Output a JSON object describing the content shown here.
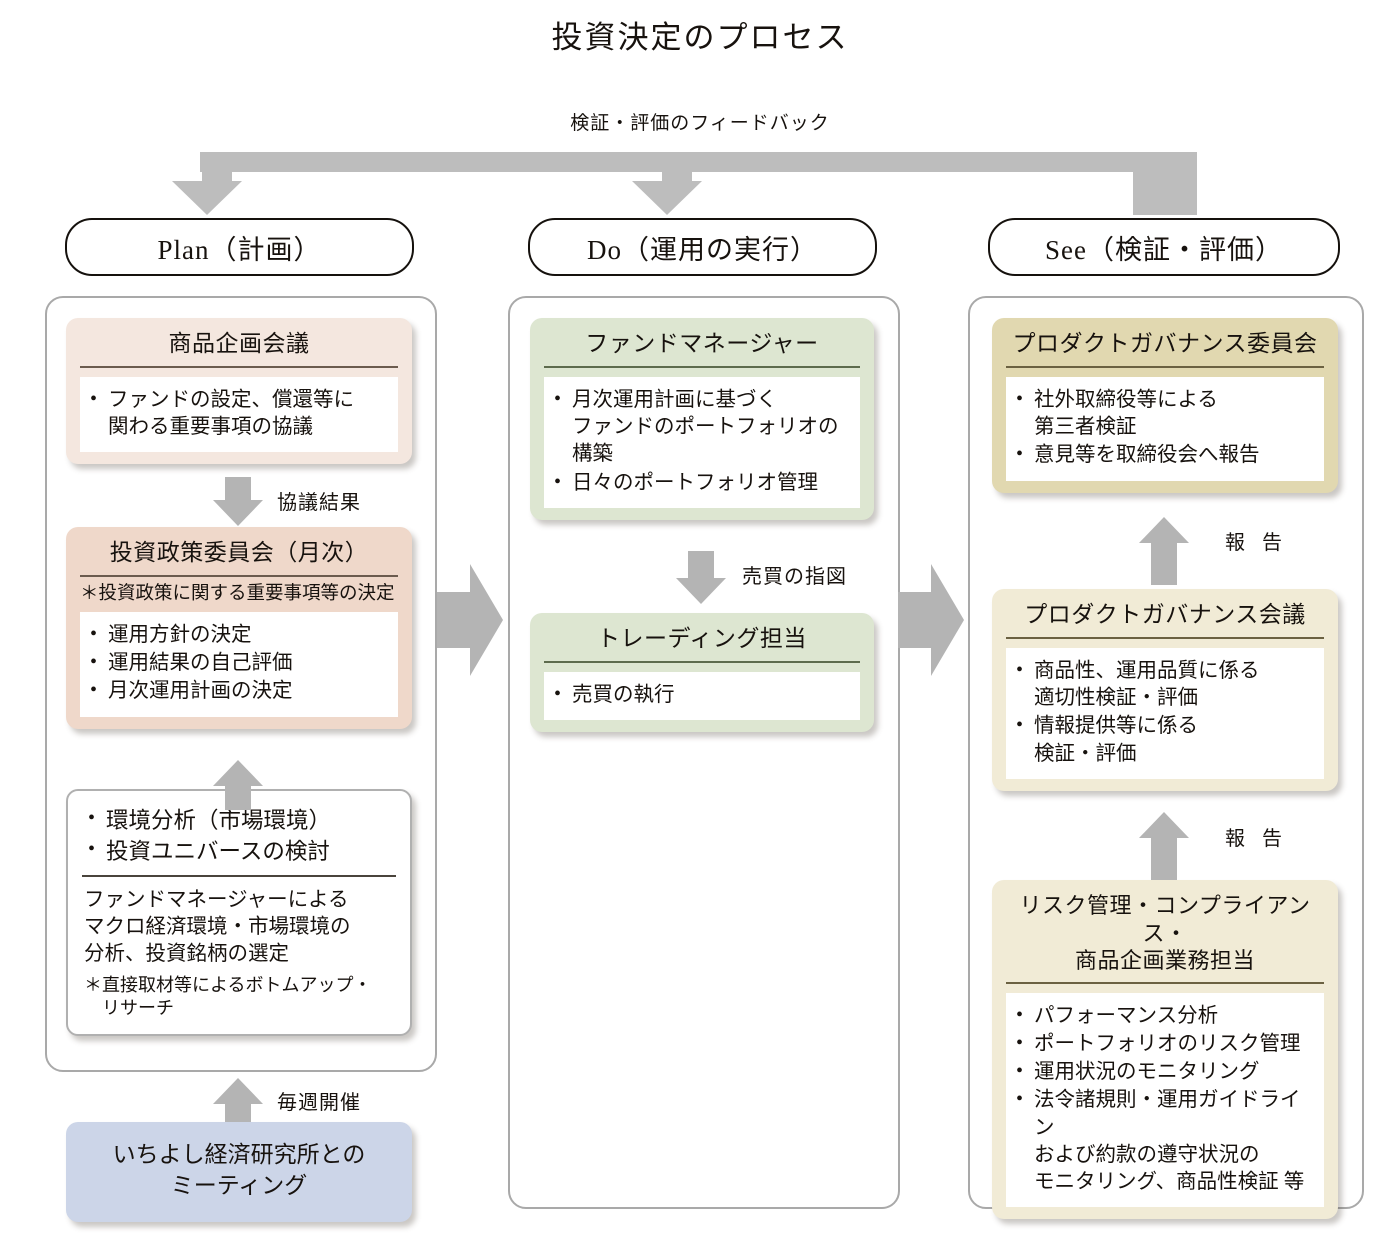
{
  "title": "投資決定のプロセス",
  "feedback_label": "検証・評価のフィードバック",
  "phases": {
    "plan": "Plan（計画）",
    "do": "Do（運用の実行）",
    "see": "See（検証・評価）"
  },
  "captions": {
    "kyogi_kekka": "協議結果",
    "weekly": "毎週開催",
    "trade_order": "売買の指図",
    "report_1": "報 告",
    "report_2": "報 告"
  },
  "plan_column": {
    "product_planning": {
      "title": "商品企画会議",
      "bullets": [
        "ファンドの設定、償還等に\n関わる重要事項の協議"
      ]
    },
    "investment_policy": {
      "title": "投資政策委員会（月次）",
      "note": "＊投資政策に関する重要事項等の決定",
      "bullets": [
        "運用方針の決定",
        "運用結果の自己評価",
        "月次運用計画の決定"
      ]
    },
    "environment": {
      "bullets": [
        "環境分析（市場環境）",
        "投資ユニバースの検討"
      ],
      "note": "ファンドマネージャーによる\nマクロ経済環境・市場環境の\n分析、投資銘柄の選定",
      "sub_note": "＊直接取材等によるボトムアップ・\n　リサーチ"
    },
    "ichiyoshi_meeting": {
      "label": "いちよし経済研究所との\nミーティング"
    }
  },
  "do_column": {
    "fund_manager": {
      "title": "ファンドマネージャー",
      "bullets": [
        "月次運用計画に基づく\nファンドのポートフォリオの\n構築",
        "日々のポートフォリオ管理"
      ]
    },
    "trading": {
      "title": "トレーディング担当",
      "bullets": [
        "売買の執行"
      ]
    }
  },
  "see_column": {
    "pg_committee": {
      "title": "プロダクトガバナンス委員会",
      "bullets": [
        "社外取締役等による\n第三者検証",
        "意見等を取締役会へ報告"
      ]
    },
    "pg_meeting": {
      "title": "プロダクトガバナンス会議",
      "bullets": [
        "商品性、運用品質に係る\n適切性検証・評価",
        "情報提供等に係る\n検証・評価"
      ]
    },
    "risk_compliance": {
      "title": "リスク管理・コンプライアンス・\n商品企画業務担当",
      "bullets": [
        "パフォーマンス分析",
        "ポートフォリオのリスク管理",
        "運用状況のモニタリング",
        "法令諸規則・運用ガイドライン\nおよび約款の遵守状況の\nモニタリング、商品性検証 等"
      ]
    }
  },
  "colors": {
    "arrow_grey": "#b4b4b4",
    "feedback_grey": "#bdbdbd",
    "peach": "#f4e7df",
    "pink": "#efd8ca",
    "green": "#dde6d1",
    "gold": "#e1d8b0",
    "cream": "#f1ebd6",
    "blue": "#ccd5e8",
    "frame_border": "#a9a9a9"
  }
}
